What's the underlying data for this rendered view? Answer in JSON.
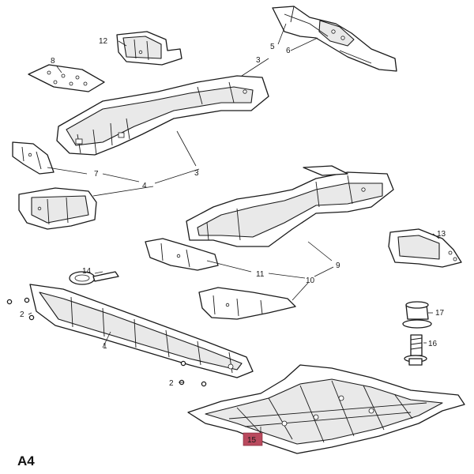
{
  "diagram": {
    "page_label": "A4",
    "highlighted_part": "15",
    "highlight_color": "#b94a5e",
    "callouts": {
      "c1": "1",
      "c2a": "2",
      "c2b": "2",
      "c3a": "3",
      "c3b": "3",
      "c4": "4",
      "c5": "5",
      "c6": "6",
      "c7": "7",
      "c8": "8",
      "c9": "9",
      "c10": "10",
      "c11": "11",
      "c12": "12",
      "c13": "13",
      "c14": "14",
      "c16": "16",
      "c17": "17"
    }
  }
}
